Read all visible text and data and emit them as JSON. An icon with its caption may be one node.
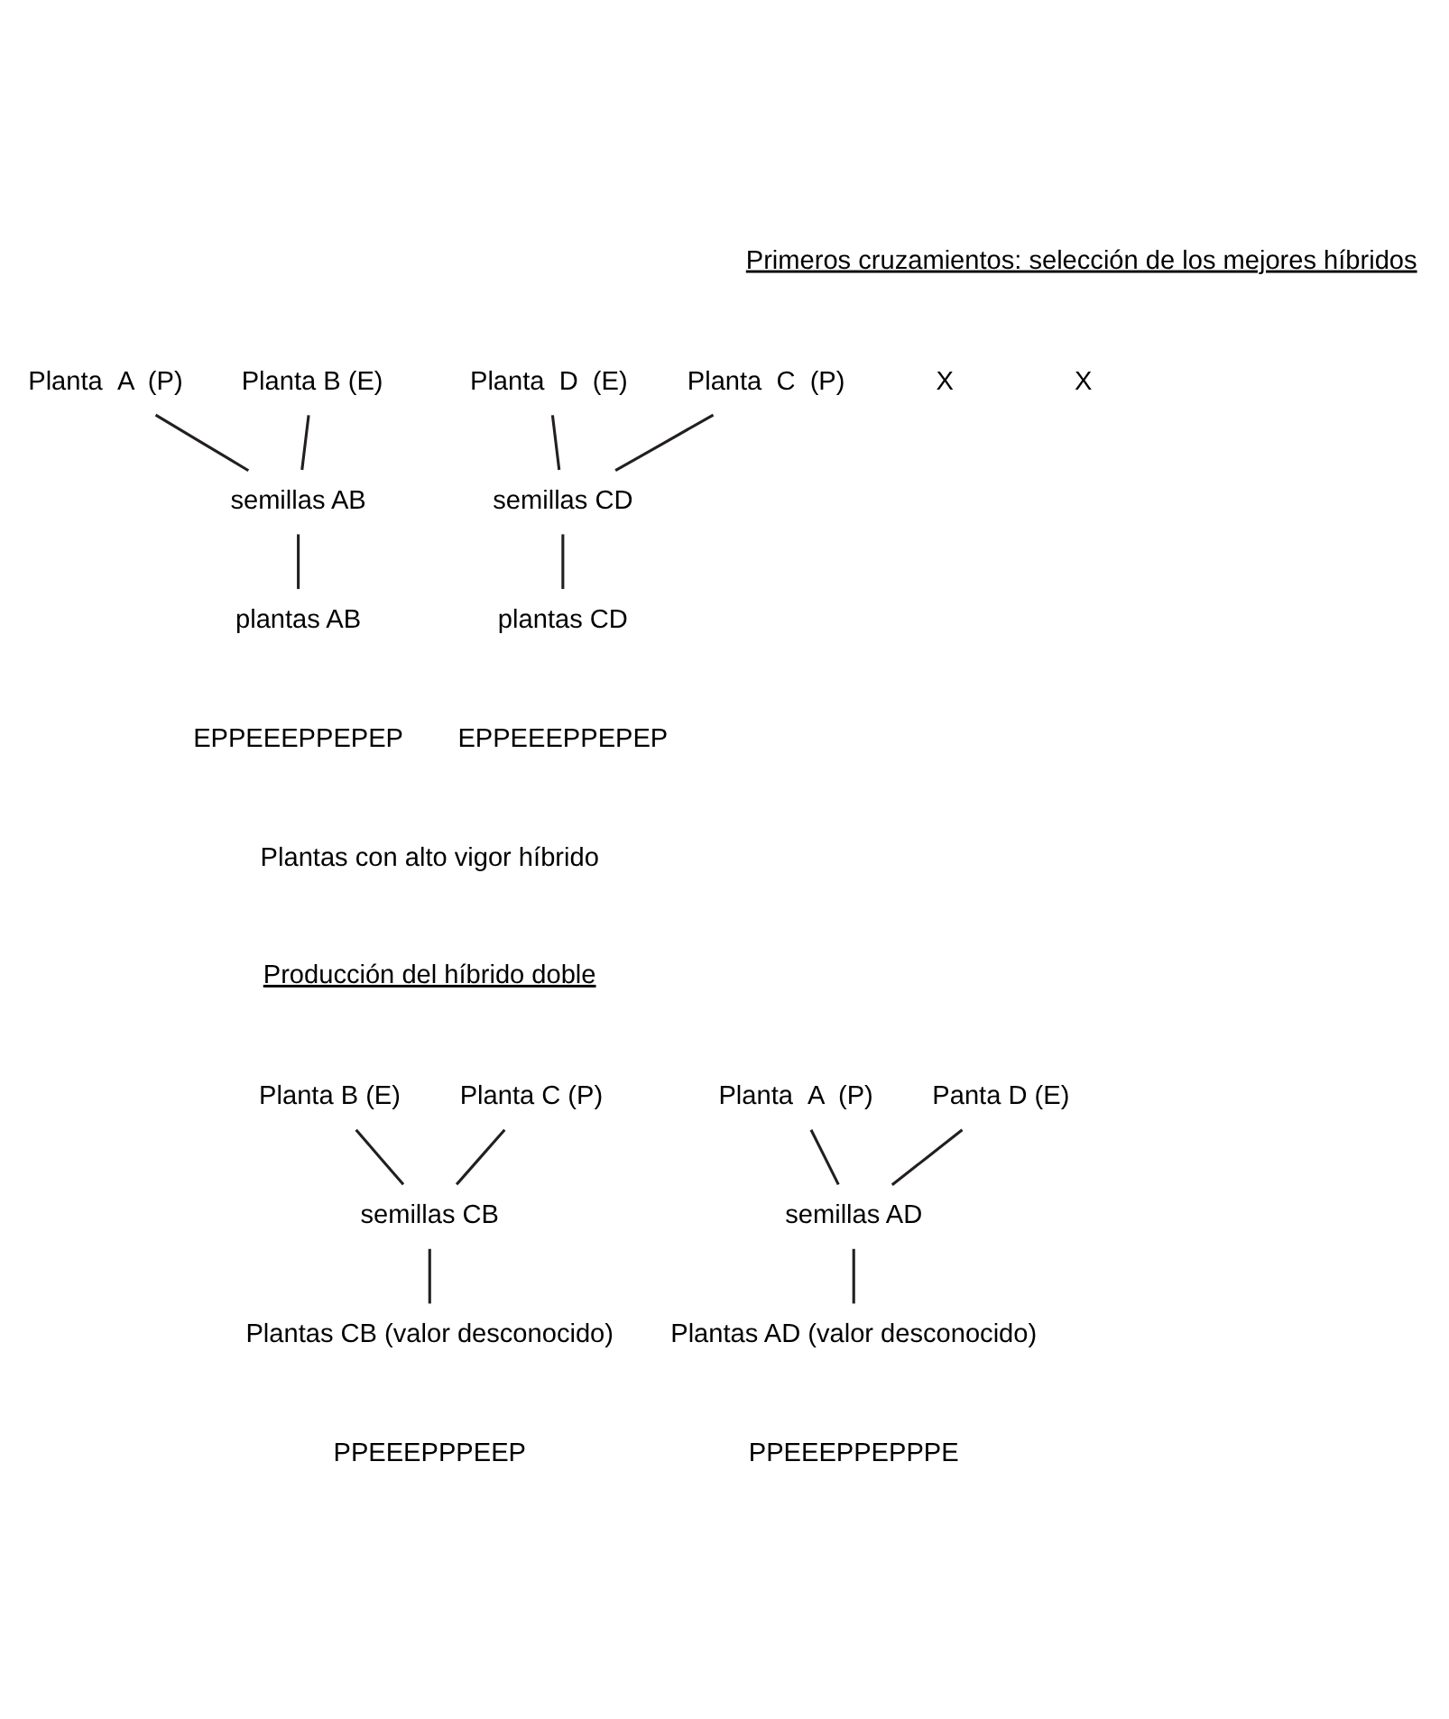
{
  "diagram": {
    "nodes": [
      {
        "text": [
          "Planta  A  (P)"
        ]
      },
      {
        "text": [
          "Planta B (E)"
        ]
      },
      {
        "text": [
          "semillas AB"
        ]
      },
      {
        "text": [
          "plantas AB"
        ]
      },
      {
        "text": [
          "Planta  C  (P)"
        ]
      },
      {
        "text": [
          "Planta  D  (E)"
        ]
      },
      {
        "text": [
          "semillas CD"
        ]
      },
      {
        "text": [
          "plantas CD"
        ]
      },
      {
        "text": [
          "Planta  A  (P)"
        ]
      },
      {
        "text": [
          "Planta B (E)"
        ]
      },
      {
        "text": [
          "Planta C (P)"
        ]
      },
      {
        "text": [
          "Panta D (E)"
        ]
      },
      {
        "text": [
          "semillas AD"
        ]
      },
      {
        "text": [
          "Plantas AD (valor desconocido)"
        ]
      },
      {
        "text": [
          "semillas CB"
        ]
      },
      {
        "text": [
          "Plantas CB (valor desconocido)"
        ]
      }
    ],
    "edges": [
      {
        "from": 0,
        "to": 2,
        "arrow": "none"
      },
      {
        "from": 1,
        "to": 2,
        "arrow": "none"
      },
      {
        "from": 2,
        "to": 3,
        "arrow": "none"
      },
      {
        "from": 4,
        "to": 6,
        "arrow": "none"
      },
      {
        "from": 5,
        "to": 6,
        "arrow": "none"
      },
      {
        "from": 6,
        "to": 7,
        "arrow": "none"
      },
      {
        "from": 8,
        "to": 12,
        "arrow": "none"
      },
      {
        "from": 11,
        "to": 12,
        "arrow": "none"
      },
      {
        "from": 9,
        "to": 14,
        "arrow": "none"
      },
      {
        "from": 10,
        "to": 14,
        "arrow": "none"
      },
      {
        "from": 12,
        "to": 13,
        "arrow": "none"
      },
      {
        "from": 14,
        "to": 15,
        "arrow": "none"
      }
    ],
    "labels": [
      "Primeros cruzamientos: selección de los mejores híbridos",
      "X",
      "X",
      "EPPEEEPPEPEP",
      "EPPEEEPPEPEP",
      "Plantas con alto vigor híbrido",
      "Producción del híbrido doble",
      "PPEEEPPEPPPE",
      "PPEEEPPPEEP"
    ]
  }
}
